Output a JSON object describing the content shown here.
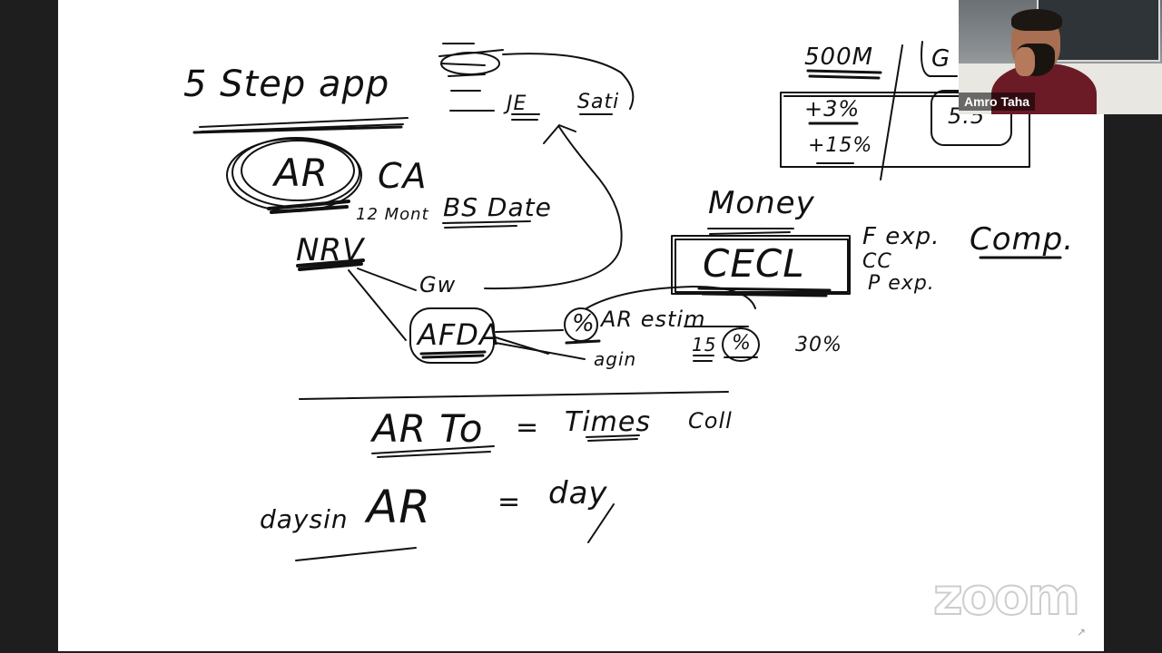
{
  "participant": {
    "name": "Amro Taha"
  },
  "branding": {
    "logo": "zoom",
    "corner_icon": "expand-corner-icon"
  },
  "whiteboard": {
    "title": "5 Step app",
    "labels": {
      "ar_circle": "AR",
      "ca": "CA",
      "twelve_month": "12 Mont",
      "bs_date": "BS Date",
      "je": "JE",
      "sati": "Sati",
      "nrv": "NRV",
      "gw": "Gw",
      "afda": "AFDA",
      "money": "Money",
      "cecl": "CECL",
      "pct_ar": "%",
      "ar_estim": "AR estim",
      "aging": "agin",
      "fifteen": "15",
      "pct_small": "%",
      "thirty": "30%",
      "f_exp": "F exp.",
      "cc": "CC",
      "p_exp": "P exp.",
      "comp": "Comp.",
      "five_hundred_m": "500M",
      "g": "G",
      "plus_3": "+3%",
      "plus_15": "+15%",
      "box_val": "5.5",
      "ar_to": "AR To",
      "eq1": "=",
      "times": "Times",
      "coll": "Coll",
      "days_in": "daysin",
      "ar2": "AR",
      "eq2": "=",
      "day": "day"
    }
  }
}
